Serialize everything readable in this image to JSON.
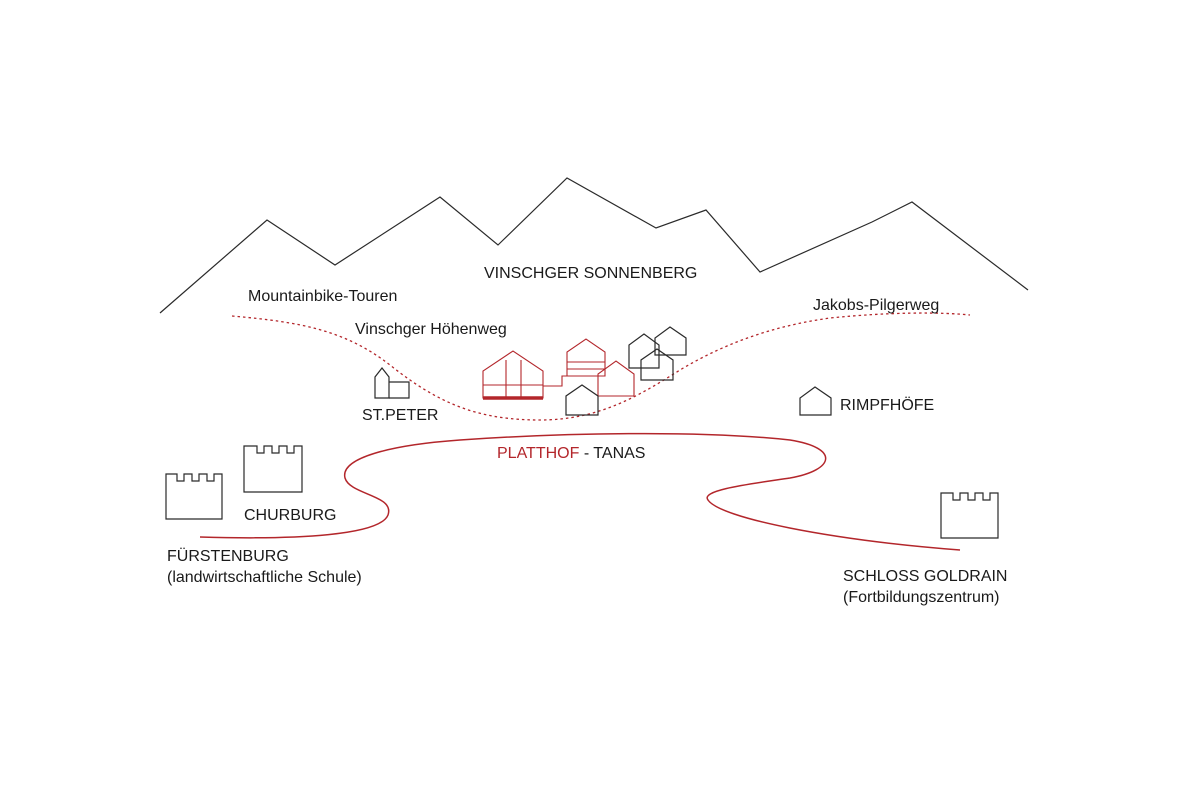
{
  "labels": {
    "region": "VINSCHGER SONNENBERG",
    "route_bike": "Mountainbike-Touren",
    "route_pilgrim": "Jakobs-Pilgerweg",
    "route_hoehenweg": "Vinschger Höhenweg",
    "st_peter": "ST.PETER",
    "rimpfhoefe": "RIMPFHÖFE",
    "platthof": "PLATTHOF",
    "tanas": " - TANAS",
    "churburg": "CHURBURG",
    "fuerstenburg": "FÜRSTENBURG",
    "fuerstenburg_note": "(landwirtschaftliche Schule)",
    "goldrain": "SCHLOSS GOLDRAIN",
    "goldrain_note": "(Fortbildungszentrum)"
  },
  "colors": {
    "ink": "#2a2a2a",
    "accent": "#b3262b"
  },
  "icons": {
    "castle": "castle-icon",
    "house": "house-icon",
    "church": "church-icon"
  }
}
